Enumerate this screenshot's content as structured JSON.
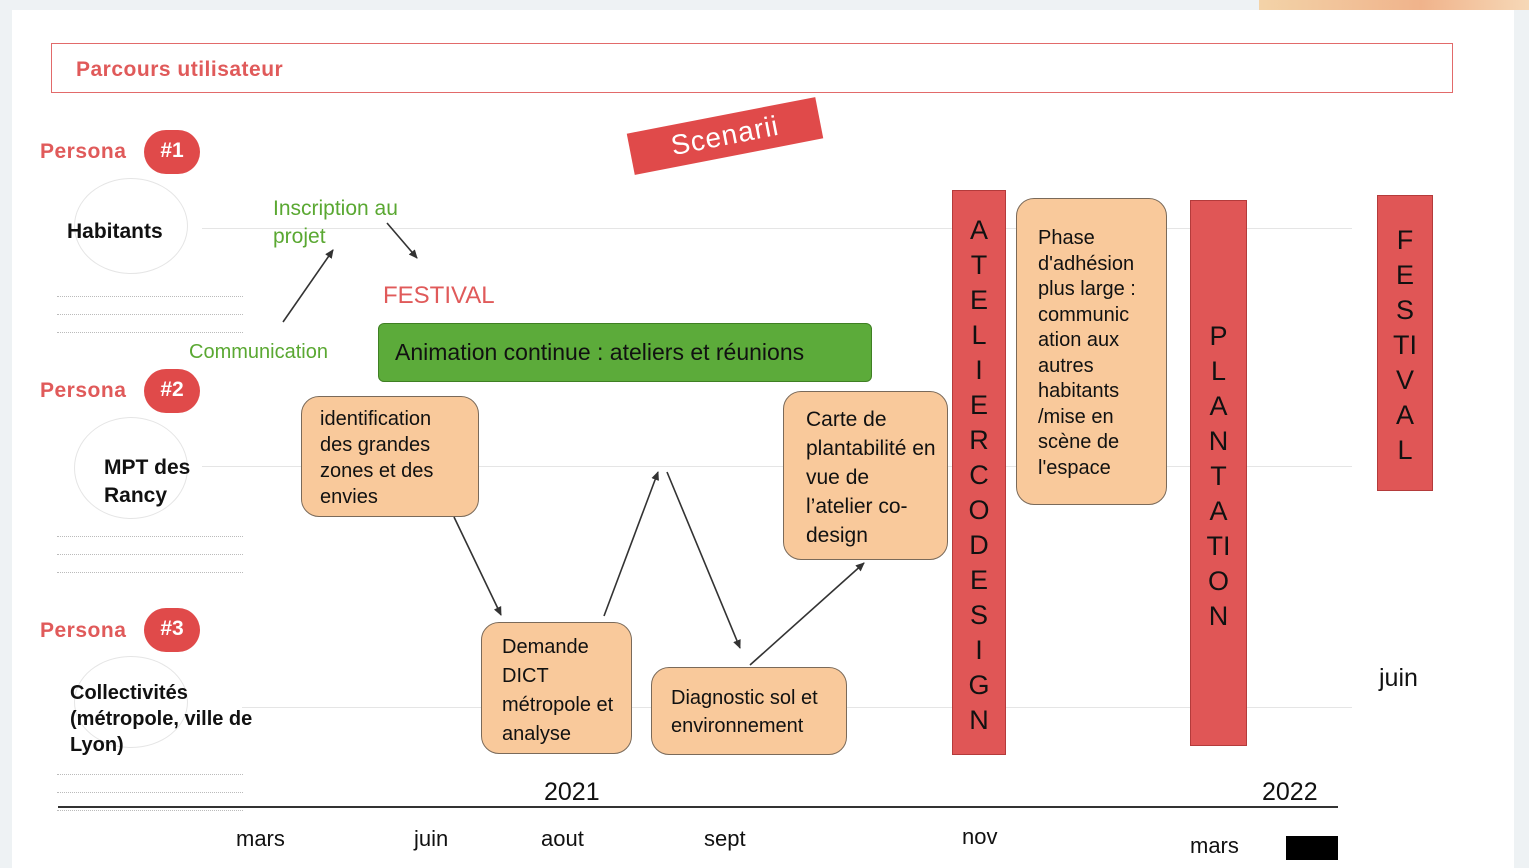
{
  "title": "Parcours utilisateur",
  "scenarii_label": "Scenarii",
  "personas": [
    {
      "label": "Persona",
      "number": "#1",
      "actor": "Habitants"
    },
    {
      "label": "Persona",
      "number": "#2",
      "actor": "MPT des Rancy"
    },
    {
      "label": "Persona",
      "number": "#3",
      "actor": "Collectivités (métropole, ville de Lyon)"
    }
  ],
  "green_notes": {
    "inscription": "Inscription au projet",
    "communication": "Communication"
  },
  "festival_label": "FESTIVAL",
  "animation_bar": "Animation continue : ateliers et réunions",
  "boxes": {
    "identification": "identification des grandes zones et des envies",
    "demande": "Demande DICT métropole et analyse",
    "diagnostic": "Diagnostic sol et environnement",
    "carte": "Carte de plantabilité en vue de l’atelier co-design",
    "phase": "Phase d'adhésion plus large : communic ation aux autres habitants /mise en scène de l'espace"
  },
  "vertical_bars": {
    "atelier": [
      "A",
      "T",
      "E",
      "L",
      "I",
      "E",
      "R",
      "C",
      "O",
      "D",
      "E",
      "S",
      "I",
      "G",
      "N"
    ],
    "plantation": [
      "P",
      "L",
      "A",
      "N",
      "T",
      "A",
      "TI",
      "O",
      "N"
    ],
    "festival": [
      "F",
      "E",
      "S",
      "TI",
      "V",
      "A",
      "L"
    ]
  },
  "years": {
    "y2021": "2021",
    "y2022": "2022"
  },
  "timeline_months": [
    "mars",
    "juin",
    "aout",
    "sept",
    "nov",
    "mars"
  ],
  "juin_label": "juin",
  "colors": {
    "accent_red": "#e04a4a",
    "green_bar": "#5cab3a",
    "green_text": "#5aa832",
    "orange_box": "#f9c99b"
  }
}
